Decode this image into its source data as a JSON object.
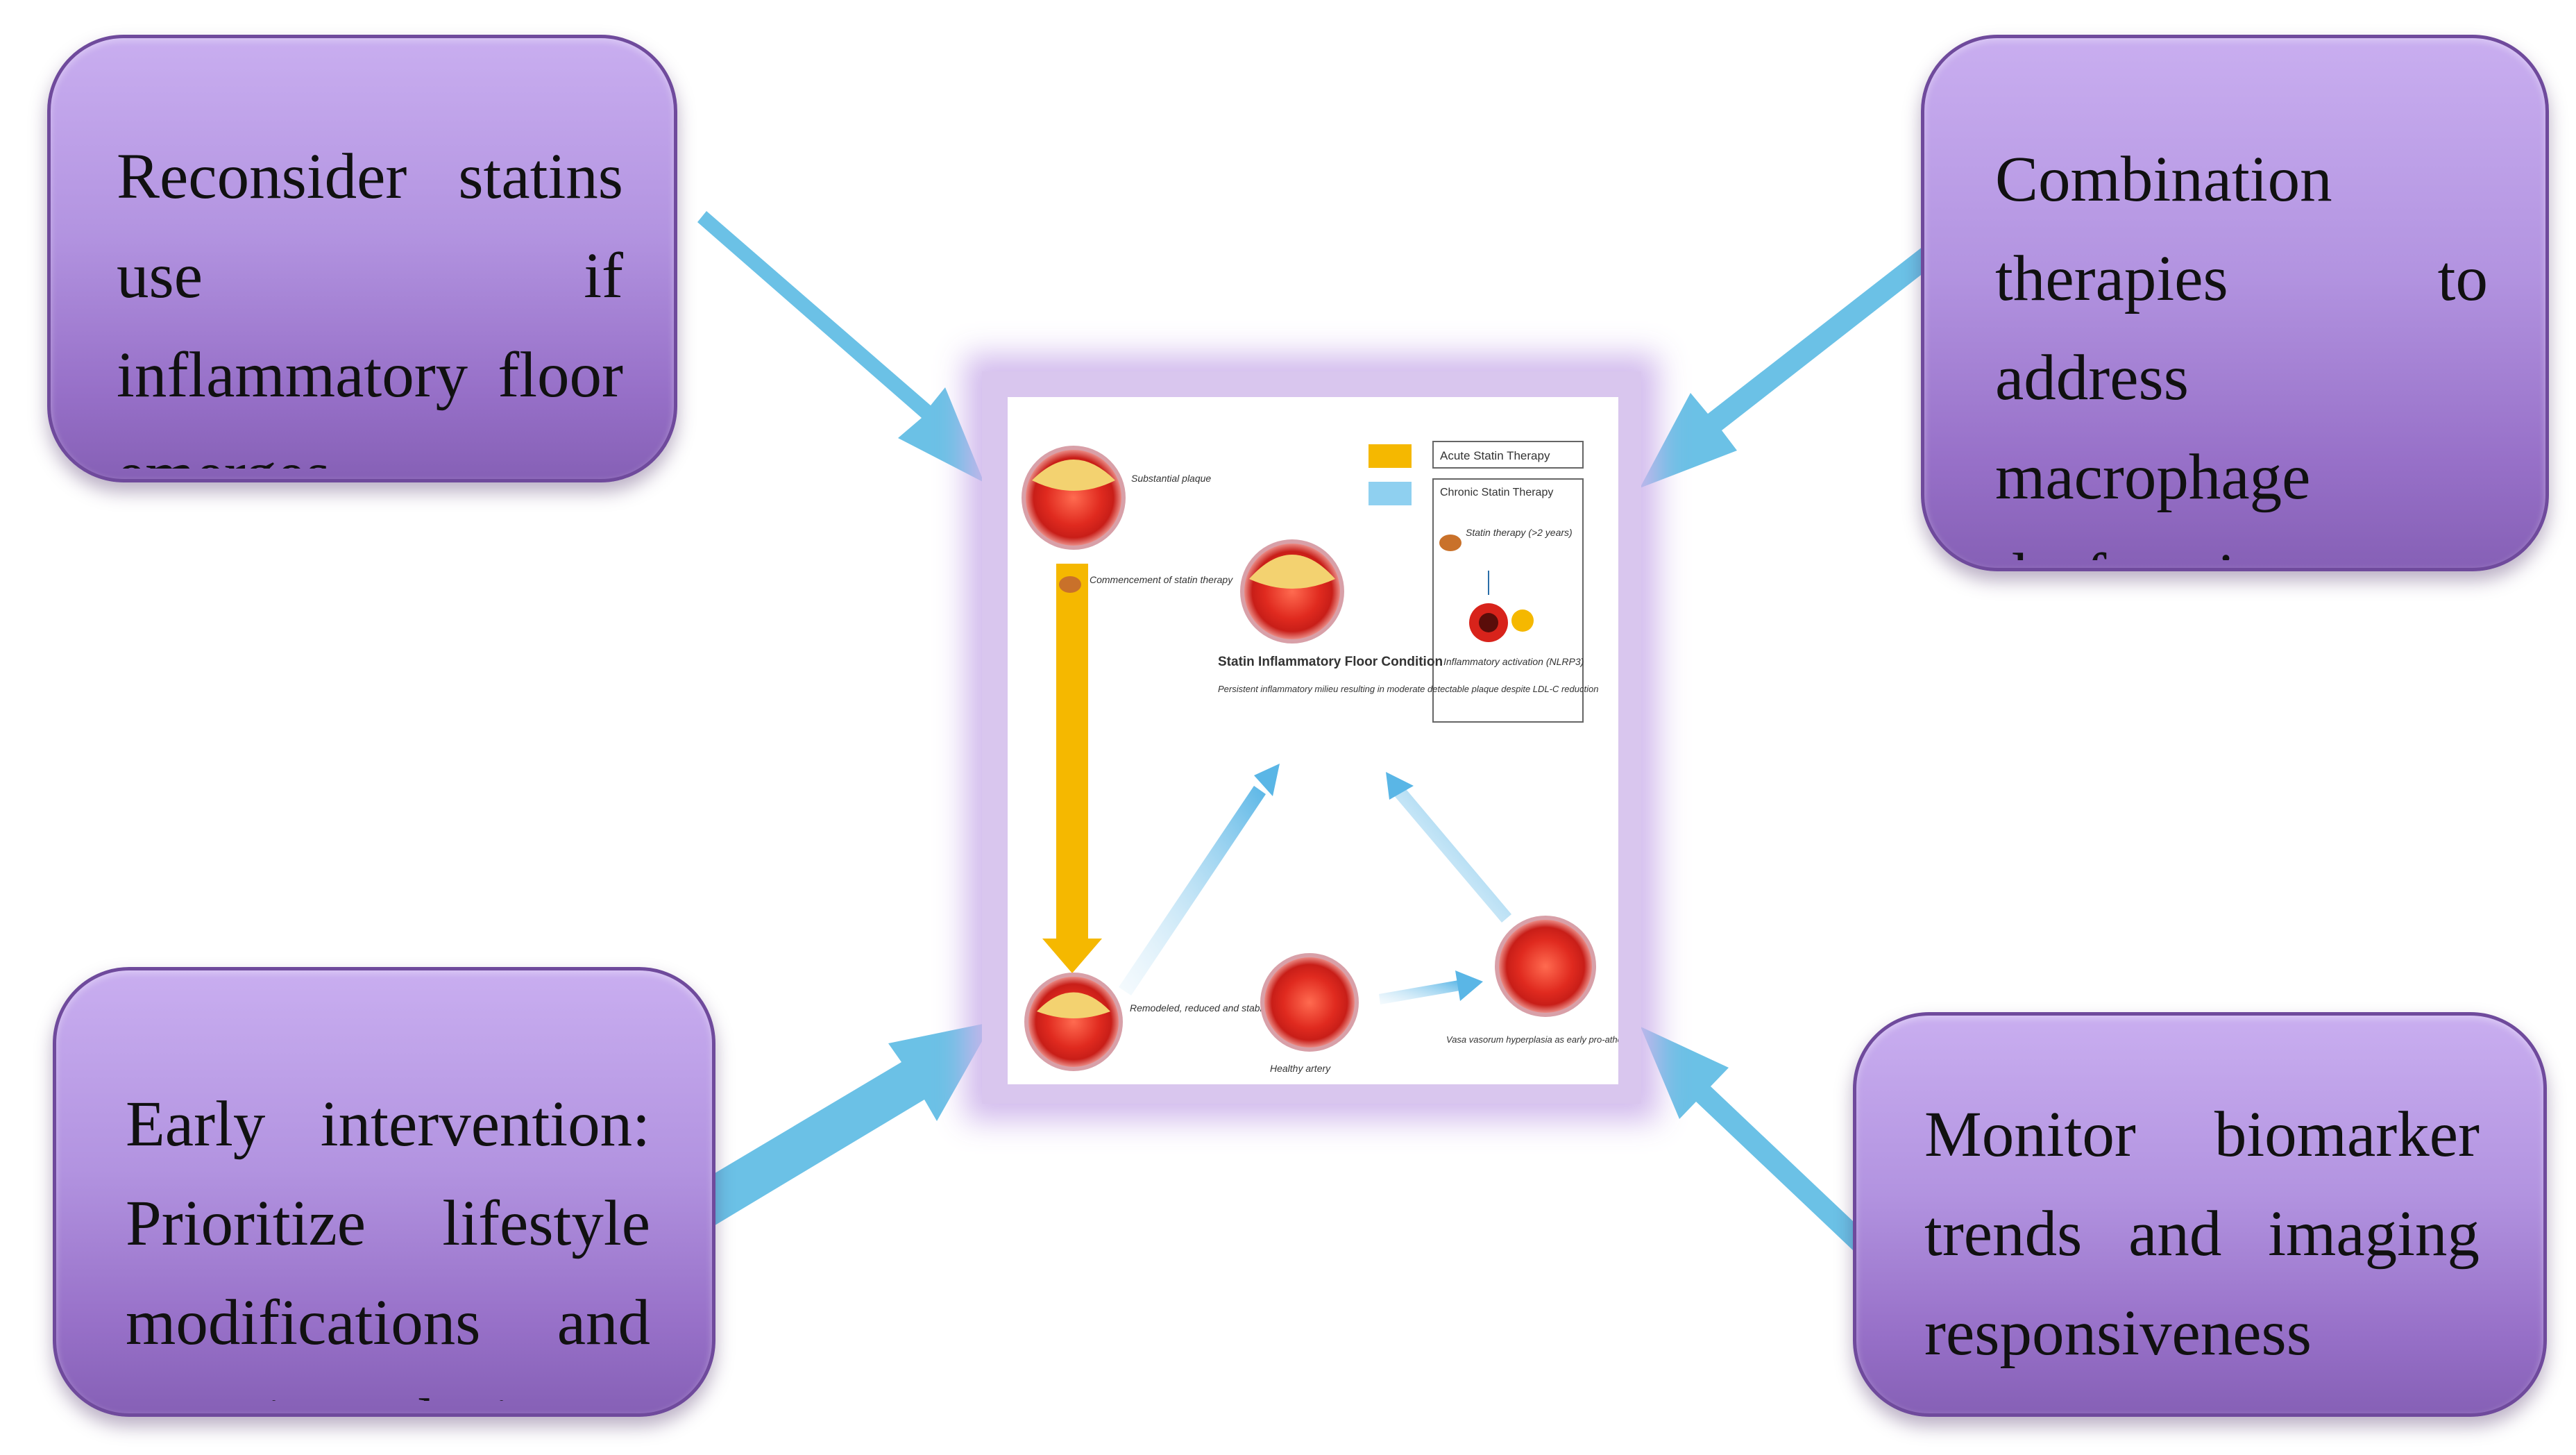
{
  "boxes": {
    "top_left": "Reconsider statins use if inflammatory floor emerges",
    "top_right": "Combination therapies to address macrophage dysfunction",
    "bottom_left": "Early intervention: Prioritize lifestyle modifications and genetic analysis",
    "bottom_right": "Monitor biomarker trends and imaging responsiveness"
  },
  "figure": {
    "legend_acute": "Acute Statin Therapy",
    "legend_chronic": "Chronic Statin Therapy",
    "statin_therapy": "Statin therapy (>2 years)",
    "inflammatory_activation": "Inflammatory activation (NLRP3)",
    "substantial_plaque": "Substantial plaque",
    "commencement": "Commencement of statin therapy",
    "floor_title": "Statin Inflammatory Floor Condition",
    "floor_desc": "Persistent inflammatory milieu resulting in moderate detectable plaque despite LDL-C reduction",
    "remodeled": "Remodeled, reduced and stabilized plaque",
    "healthy": "Healthy artery",
    "vasa_vasorum": "Vasa vasorum hyperplasia as early pro-atherogenic trigger"
  },
  "colors": {
    "box_fill_top": "#c9aef0",
    "box_fill_bottom": "#8660b6",
    "box_border": "#6f4a9c",
    "arrow": "#6bc1e6",
    "acute_arrow": "#f5b800",
    "artery_red": "#e02a1f"
  }
}
